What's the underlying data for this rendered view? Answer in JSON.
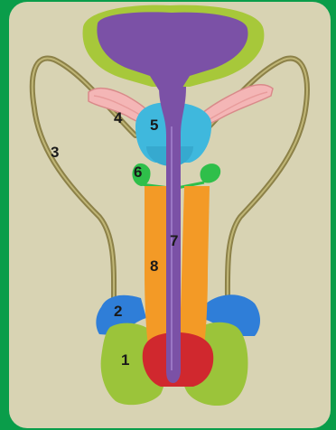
{
  "colors": {
    "frame": "#0a9d4a",
    "panel": "#d8d3b3",
    "bladder": "#7b51a6",
    "seminal_vesicle": "#f4b6b6",
    "vas_deferens": "#8c8148",
    "prostate": "#3fb8dd",
    "bulbourethral_gland": "#2fbf4a",
    "urethra": "#7b51a6",
    "corpus": "#f39a26",
    "epididymis": "#2f7ed8",
    "testis": "#9bc43a",
    "glans": "#d0282e",
    "bladder_wrap": "#a7c83a"
  },
  "labels": {
    "n1": "1",
    "n2": "2",
    "n3": "3",
    "n4": "4",
    "n5": "5",
    "n6": "6",
    "n7": "7",
    "n8": "8"
  }
}
